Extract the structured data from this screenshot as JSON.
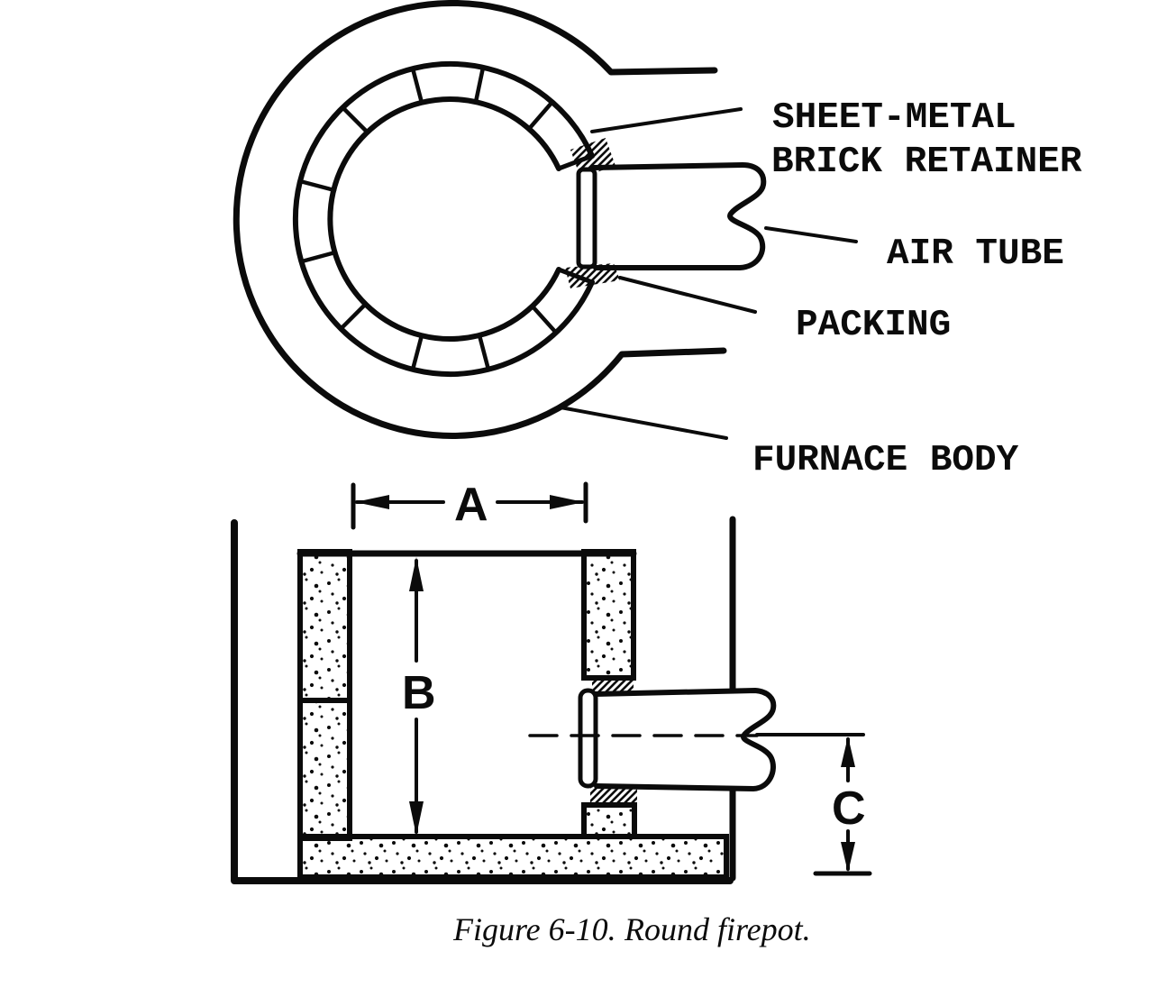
{
  "figure": {
    "kind": "technical-line-drawing",
    "caption": {
      "number": "Figure 6-10.",
      "title": "Round firepot."
    }
  },
  "colors": {
    "ink": "#0b0b0b",
    "paper": "#ffffff"
  },
  "top_view": {
    "description_labels": {
      "sheet_metal_line1": "SHEET-METAL",
      "sheet_metal_line2": "BRICK RETAINER",
      "air_tube": "AIR TUBE",
      "packing": "PACKING",
      "furnace_body": "FURNACE BODY"
    }
  },
  "cross_section": {
    "dimension_labels": {
      "a": "A",
      "b": "B",
      "c": "C"
    }
  }
}
